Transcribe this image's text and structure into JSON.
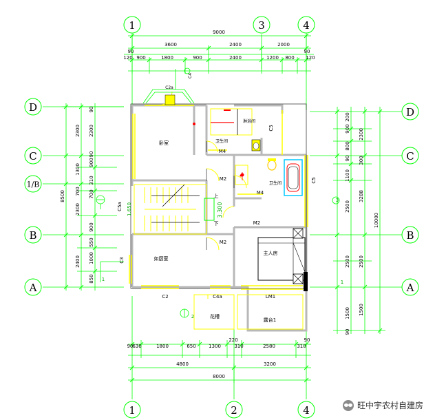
{
  "axes": {
    "top": [
      "1",
      "3",
      "4"
    ],
    "bottom": [
      "1",
      "2",
      "4"
    ],
    "left": [
      "D",
      "C",
      "1/B",
      "B",
      "A"
    ],
    "right": [
      "D",
      "C",
      "B",
      "A"
    ]
  },
  "dims": {
    "top_total": "9000",
    "top_mid": [
      "3600",
      "2400",
      "2000"
    ],
    "top_fine": [
      "90",
      "120",
      "900",
      "1800",
      "900",
      "2400",
      "1200",
      "800",
      "90",
      "120"
    ],
    "left_total": "8500",
    "left_outer": [
      "2300",
      "1300",
      "700",
      "2300",
      "2400"
    ],
    "left_inner": [
      "90",
      "2300",
      "90",
      "900",
      "310",
      "700",
      "900",
      "550",
      "1000",
      "850"
    ],
    "right_total": "10000",
    "right_mid": [
      "2300",
      "300",
      "3288",
      "2500",
      "1500"
    ],
    "right_inner": [
      "200",
      "900",
      "800",
      "90",
      "1100",
      "2500",
      "2500",
      "1500",
      "90"
    ],
    "bottom_fine": [
      "90",
      "630",
      "1800",
      "650",
      "1300",
      "220",
      "310",
      "2580",
      "310",
      "90"
    ],
    "bottom_mid": [
      "4800",
      "3200"
    ],
    "bottom_total": "8000"
  },
  "rooms": {
    "bedroom": "卧室",
    "bath1": "卫生间",
    "bath2": "卫生间",
    "shower": "淋浴间",
    "master": "主人房",
    "study": "如厨室",
    "balcony1": "花槽",
    "balcony2": "露台1",
    "down": "下",
    "up": "上"
  },
  "labels": {
    "m4a": "M4",
    "m4b": "M4",
    "m2a": "M2",
    "m2b": "M2",
    "m2c": "M2",
    "c2": "C2",
    "c4a": "C4a",
    "lm1": "LM1",
    "c5": "C5",
    "c5b": "C5",
    "c5a": "C5a",
    "c3": "C3",
    "c2a": "C2a",
    "c4": "C4",
    "elev1": "3.300",
    "elev2": "1.650",
    "mark1": "1",
    "mark2": "1",
    "mark3": "2",
    "mark4": "3"
  },
  "watermark": "旺中宇农村自建房",
  "colors": {
    "line": "#00ff00",
    "wall": "#c8c8c8",
    "window": "#ffff00",
    "furniture": "#ff0000",
    "dark": "#000000"
  }
}
